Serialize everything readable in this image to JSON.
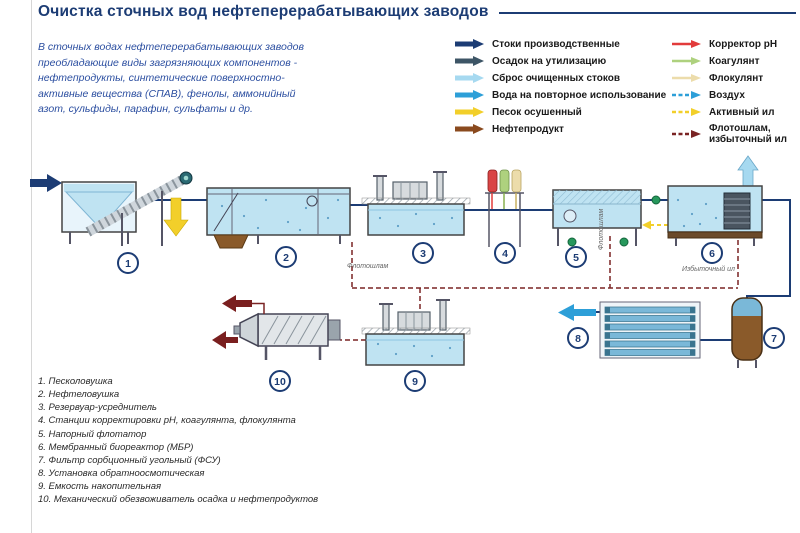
{
  "page": {
    "title": "Очистка сточных вод нефтеперерабатывающих заводов",
    "intro": "В сточных водах нефтеперерабатывающих заводов преобладающие виды загрязняющих компонентов - нефтепродукты, синтетические поверхностно-активные вещества (СПАВ), фенолы, аммонийный азот, сульфиды, парафин, сульфаты и др."
  },
  "legend": {
    "col1": [
      {
        "label": "Стоки производственные",
        "color": "#1c3c74",
        "style": "solid"
      },
      {
        "label": "Осадок на утилизацию",
        "color": "#3d5566",
        "style": "solid"
      },
      {
        "label": "Сброс очищенных стоков",
        "color": "#a6d9f0",
        "style": "solid"
      },
      {
        "label": "Вода на повторное использование",
        "color": "#2d9fd8",
        "style": "solid"
      },
      {
        "label": "Песок осушенный",
        "color": "#f2cf2a",
        "style": "solid"
      },
      {
        "label": "Нефтепродукт",
        "color": "#8a4a1e",
        "style": "solid"
      }
    ],
    "col2": [
      {
        "label": "Корректор pH",
        "color": "#e23b3b",
        "style": "solid"
      },
      {
        "label": "Коагулянт",
        "color": "#aed17e",
        "style": "solid"
      },
      {
        "label": "Флокулянт",
        "color": "#ecdcab",
        "style": "solid"
      },
      {
        "label": "Воздух",
        "color": "#2d9fd8",
        "style": "dashed"
      },
      {
        "label": "Активный ил",
        "color": "#f2cf2a",
        "style": "dashed"
      },
      {
        "label": "Флотошлам, избыточный ил",
        "color": "#7a2424",
        "style": "dashed"
      }
    ]
  },
  "diagram": {
    "numbers": [
      "1",
      "2",
      "3",
      "4",
      "5",
      "6",
      "7",
      "8",
      "9",
      "10"
    ],
    "labels": {
      "flotosham_left": "Флотошлам",
      "flotosham_vertical": "Флотошлам",
      "izbytochny_il": "Избыточный ил"
    }
  },
  "equipment_list": [
    "1. Песколовушка",
    "2. Нефтеловушка",
    "3. Резервуар-усреднитель",
    "4. Станции корректировки pH, коагулянта, флокулянта",
    "5. Напорный флотатор",
    "6. Мембранный биореактор (МБР)",
    "7. Фильтр сорбционный угольный (ФСУ)",
    "8. Установка обратноосмотическая",
    "9. Емкость накопительная",
    "10. Механический обезвоживатель осадка и нефтепродуктов"
  ],
  "colors": {
    "title": "#1c3c74",
    "intro_text": "#2b4ea0",
    "pipe": "#1c3c74",
    "water": "#bfe3f2"
  }
}
